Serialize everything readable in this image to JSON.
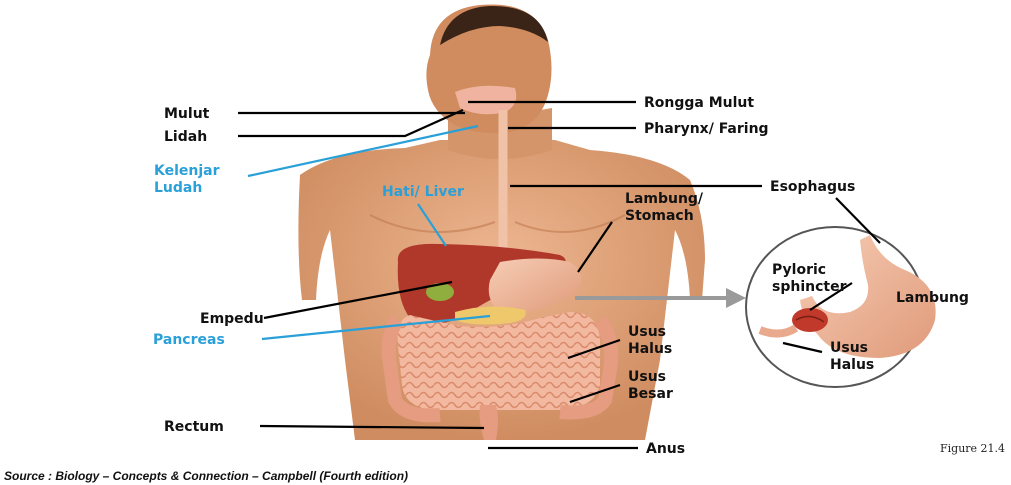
{
  "labels": {
    "mulut": "Mulut",
    "lidah": "Lidah",
    "kelenjar_1": "Kelenjar",
    "kelenjar_2": "Ludah",
    "hati": "Hati/ Liver",
    "empedu": "Empedu",
    "pancreas": "Pancreas",
    "rectum": "Rectum",
    "rongga_mulut": "Rongga Mulut",
    "pharynx": "Pharynx/ Faring",
    "esophagus": "Esophagus",
    "lambung_stomach_1": "Lambung/",
    "lambung_stomach_2": "Stomach",
    "usus_halus_1": "Usus",
    "usus_halus_2": "Halus",
    "usus_besar_1": "Usus",
    "usus_besar_2": "Besar",
    "anus": "Anus",
    "pyloric_1": "Pyloric",
    "pyloric_2": "sphincter",
    "lambung": "Lambung",
    "inset_usus_1": "Usus",
    "inset_usus_2": "Halus"
  },
  "figure_label": "Figure 21.4",
  "source": "Source : Biology – Concepts & Connection – Campbell (Fourth edition)",
  "colors": {
    "skin": "#e2a57c",
    "skin_dark": "#c98559",
    "liver": "#b0382a",
    "intestine": "#f1b49c",
    "label_blue": "#2aa0d8"
  }
}
